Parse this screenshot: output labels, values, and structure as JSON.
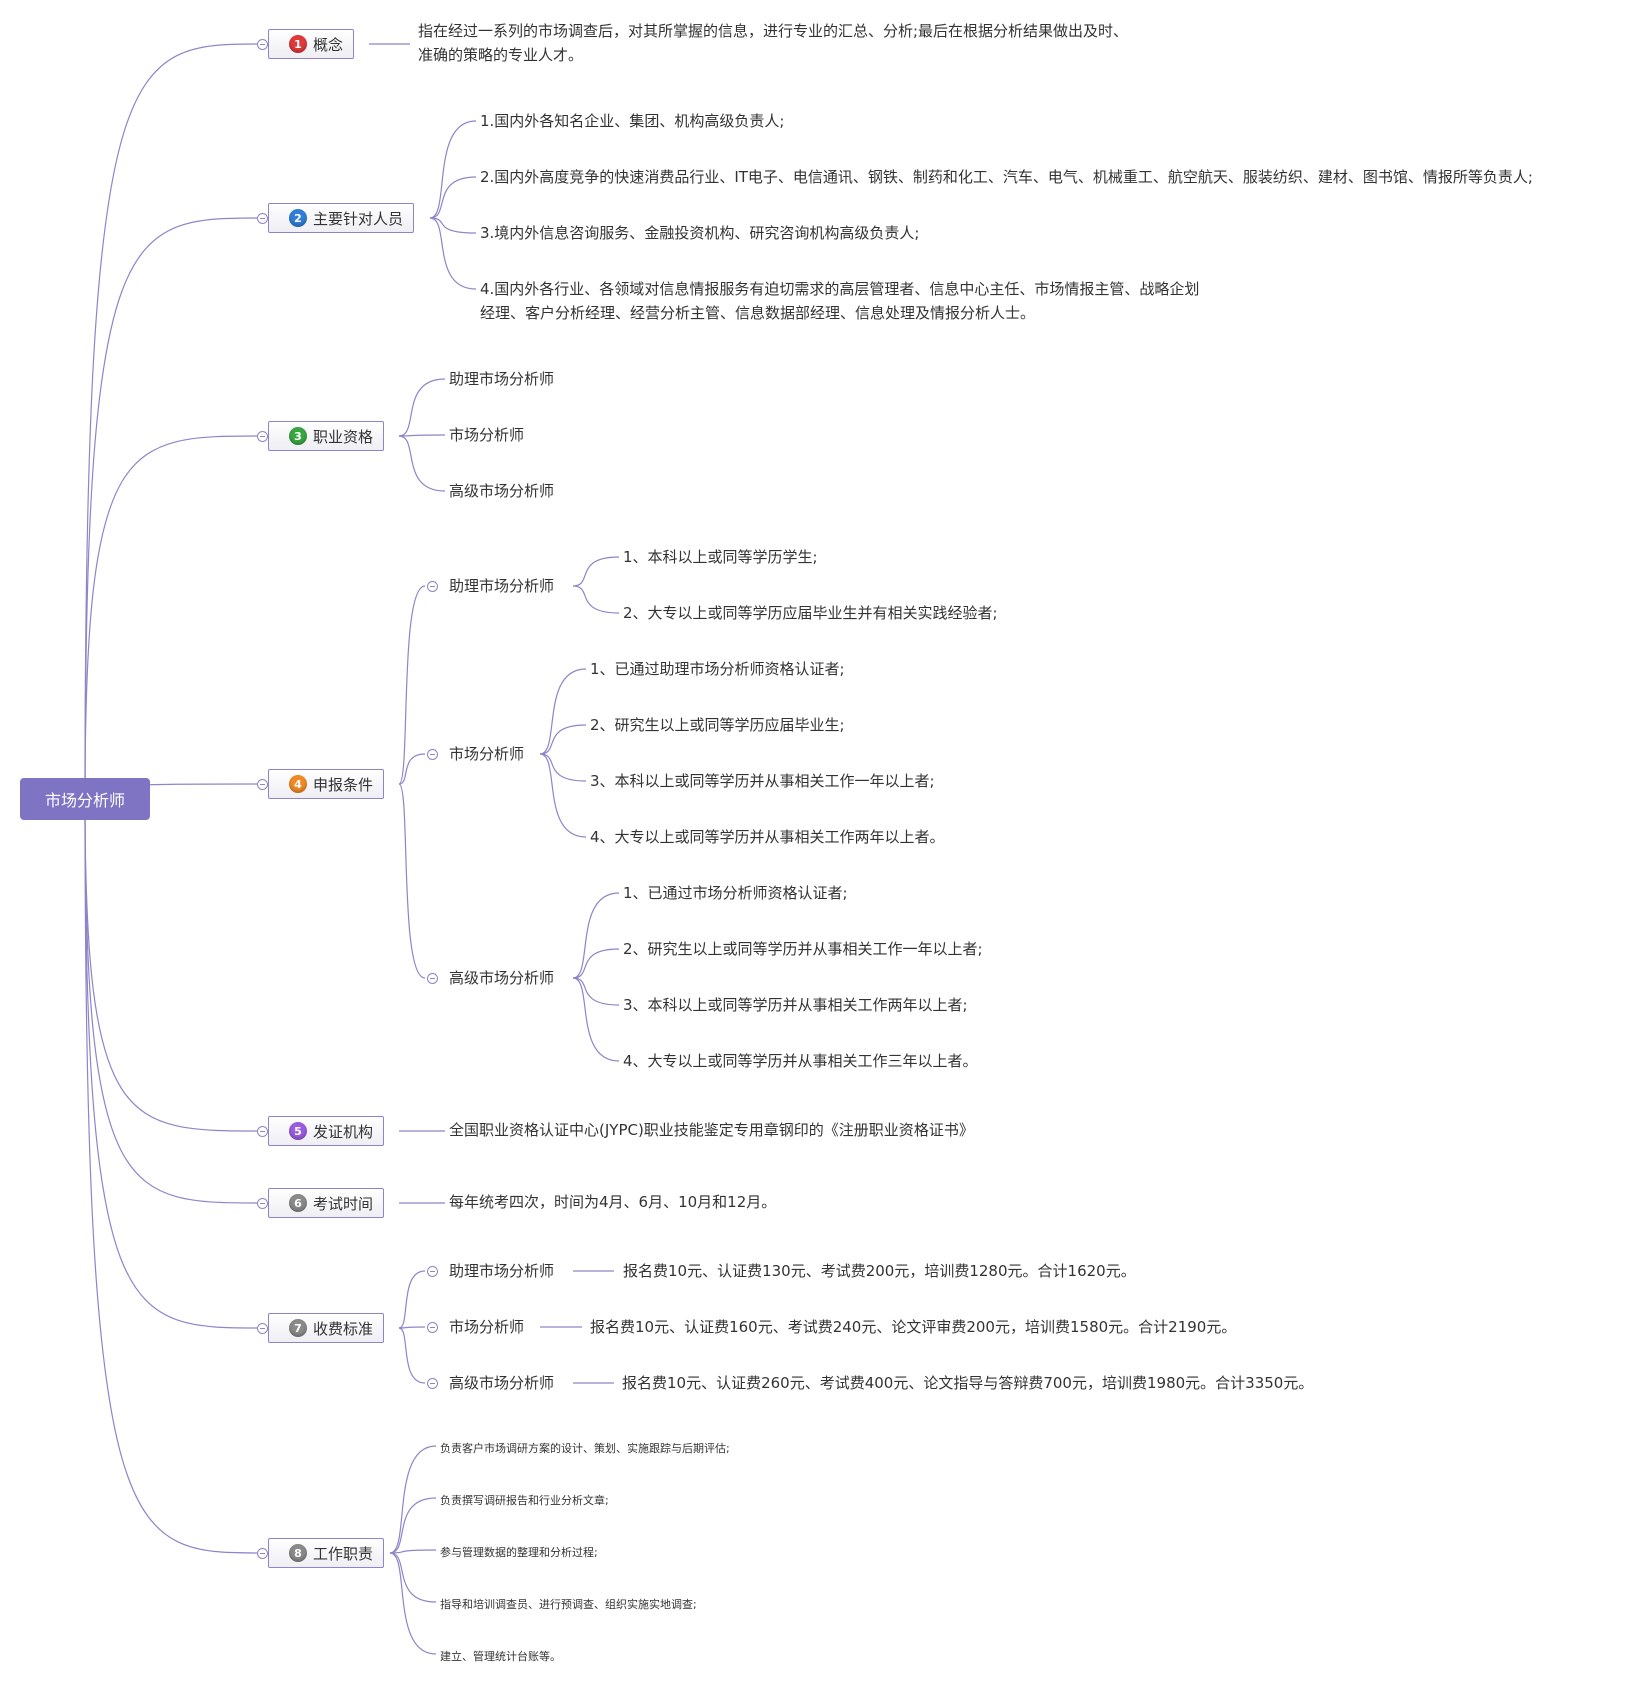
{
  "root": {
    "label": "市场分析师"
  },
  "colors": {
    "root_bg": "#7f73c4",
    "line": "#8e84c9",
    "badges": [
      "#e03a3a",
      "#2f7fd6",
      "#3aa642",
      "#f08a24",
      "#9a5ce0",
      "#8a8a8a",
      "#8a8a8a",
      "#8a8a8a"
    ]
  },
  "topics": [
    {
      "num": "1",
      "label": "概念",
      "desc_lines": [
        "指在经过一系列的市场调查后，对其所掌握的信息，进行专业的汇总、分析;最后在根据分析结果做出及时、",
        "准确的策略的专业人才。"
      ]
    },
    {
      "num": "2",
      "label": "主要针对人员",
      "items": [
        "1.国内外各知名企业、集团、机构高级负责人;",
        "2.国内外高度竞争的快速消费品行业、IT电子、电信通讯、钢铁、制药和化工、汽车、电气、机械重工、航空航天、服装纺织、建材、图书馆、情报所等负责人;",
        "3.境内外信息咨询服务、金融投资机构、研究咨询机构高级负责人;"
      ],
      "item4_lines": [
        "4.国内外各行业、各领域对信息情报服务有迫切需求的高层管理者、信息中心主任、市场情报主管、战略企划",
        "经理、客户分析经理、经营分析主管、信息数据部经理、信息处理及情报分析人士。"
      ]
    },
    {
      "num": "3",
      "label": "职业资格",
      "items": [
        "助理市场分析师",
        "市场分析师",
        "高级市场分析师"
      ]
    },
    {
      "num": "4",
      "label": "申报条件",
      "groups": [
        {
          "label": "助理市场分析师",
          "items": [
            "1、本科以上或同等学历学生;",
            "2、大专以上或同等学历应届毕业生并有相关实践经验者;"
          ]
        },
        {
          "label": "市场分析师",
          "items": [
            "1、已通过助理市场分析师资格认证者;",
            "2、研究生以上或同等学历应届毕业生;",
            "3、本科以上或同等学历并从事相关工作一年以上者;",
            "4、大专以上或同等学历并从事相关工作两年以上者。"
          ]
        },
        {
          "label": "高级市场分析师",
          "items": [
            "1、已通过市场分析师资格认证者;",
            "2、研究生以上或同等学历并从事相关工作一年以上者;",
            "3、本科以上或同等学历并从事相关工作两年以上者;",
            "4、大专以上或同等学历并从事相关工作三年以上者。"
          ]
        }
      ]
    },
    {
      "num": "5",
      "label": "发证机构",
      "value": "全国职业资格认证中心(JYPC)职业技能鉴定专用章钢印的《注册职业资格证书》"
    },
    {
      "num": "6",
      "label": "考试时间",
      "value": "每年统考四次，时间为4月、6月、10月和12月。"
    },
    {
      "num": "7",
      "label": "收费标准",
      "groups": [
        {
          "label": "助理市场分析师",
          "value": "报名费10元、认证费130元、考试费200元，培训费1280元。合计1620元。"
        },
        {
          "label": "市场分析师",
          "value": "报名费10元、认证费160元、考试费240元、论文评审费200元，培训费1580元。合计2190元。"
        },
        {
          "label": "高级市场分析师",
          "value": "报名费10元、认证费260元、考试费400元、论文指导与答辩费700元，培训费1980元。合计3350元。"
        }
      ]
    },
    {
      "num": "8",
      "label": "工作职责",
      "items": [
        "负责客户市场调研方案的设计、策划、实施跟踪与后期评估;",
        "负责撰写调研报告和行业分析文章;",
        "参与管理数据的整理和分析过程;",
        "指导和培训调查员、进行预调查、组织实施实地调查;",
        "建立、管理统计台账等。"
      ]
    }
  ]
}
